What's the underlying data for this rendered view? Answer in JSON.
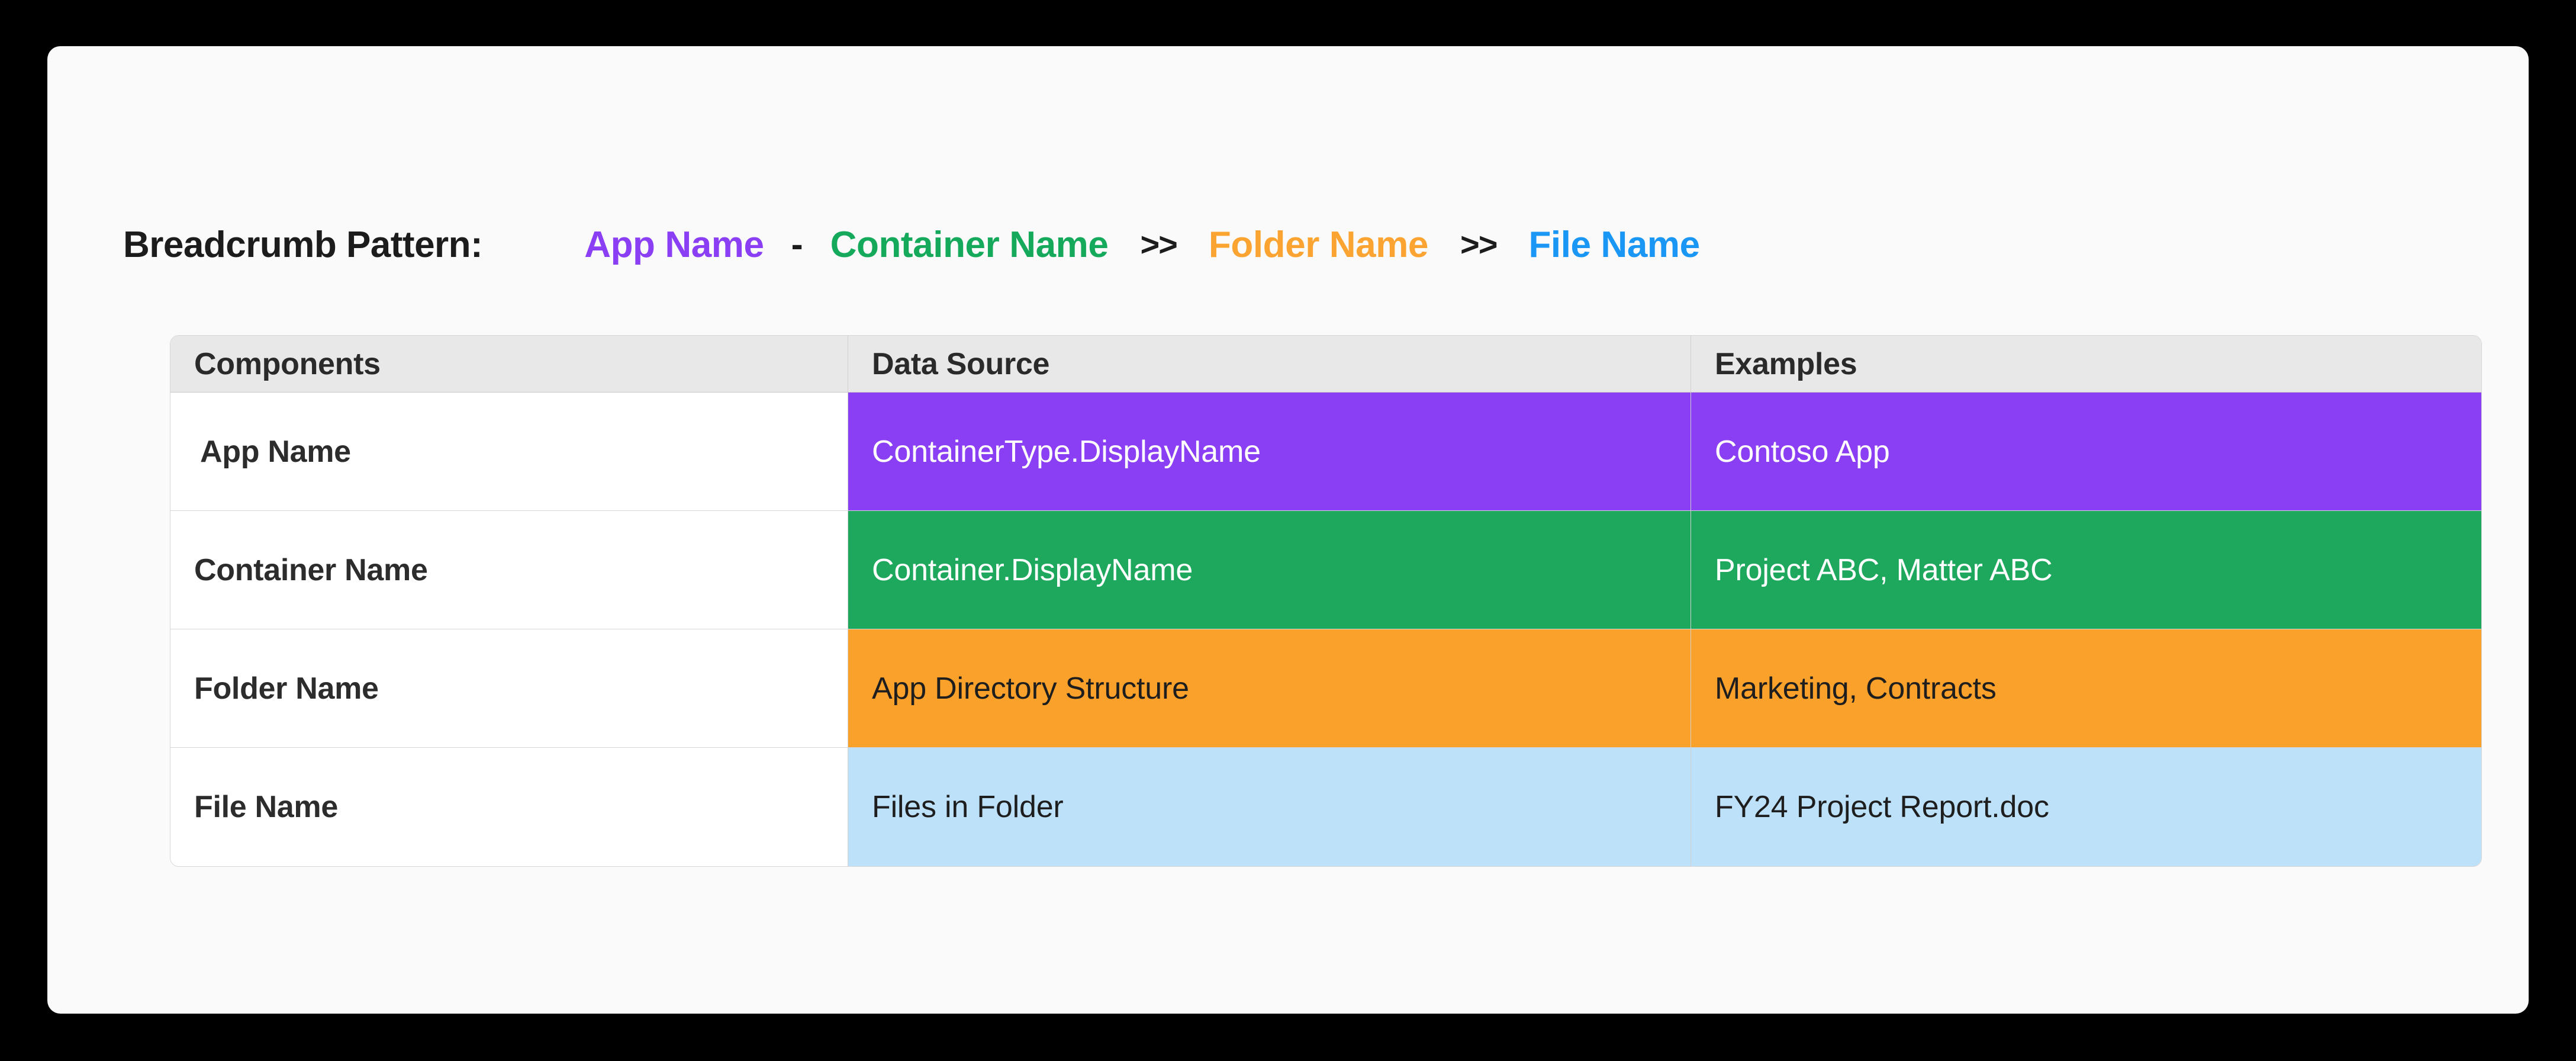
{
  "breadcrumb": {
    "title": "Breadcrumb Pattern:",
    "segments": [
      {
        "label": "App Name",
        "color": "#8B3FF5"
      },
      {
        "label": "Container Name",
        "color": "#15A95C"
      },
      {
        "label": "Folder Name",
        "color": "#FBA431"
      },
      {
        "label": "File Name",
        "color": "#1A96F5"
      }
    ],
    "separators": {
      "dash": "-",
      "chevron": ">>"
    }
  },
  "table": {
    "headers": [
      "Components",
      "Data Source",
      "Examples"
    ],
    "rows": [
      {
        "component": "App Name",
        "data_source": "ContainerType.DisplayName",
        "example": "Contoso App",
        "fill": "#8B3FF5",
        "text_color": "#FFFFFF"
      },
      {
        "component": "Container Name",
        "data_source": "Container.DisplayName",
        "example": "Project ABC, Matter ABC",
        "fill": "#1DA85D",
        "text_color": "#FFFFFF"
      },
      {
        "component": "Folder Name",
        "data_source": "App Directory Structure",
        "example": "Marketing, Contracts",
        "fill": "#F9A12A",
        "text_color": "#1E1E1E"
      },
      {
        "component": "File Name",
        "data_source": "Files in Folder",
        "example": "FY24 Project Report.doc",
        "fill": "#BDE1F9",
        "text_color": "#1E1E1E"
      }
    ]
  }
}
